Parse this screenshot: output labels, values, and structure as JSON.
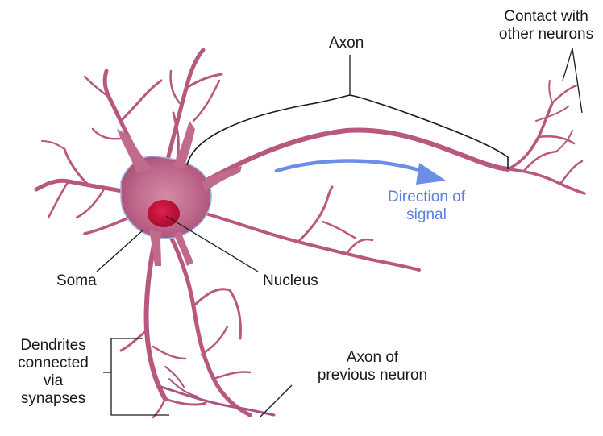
{
  "labels": {
    "axon": "Axon",
    "contact_line1": "Contact with",
    "contact_line2": "other neurons",
    "direction_line1": "Direction of",
    "direction_line2": "signal",
    "soma": "Soma",
    "nucleus": "Nucleus",
    "dendrites_line1": "Dendrites",
    "dendrites_line2": "connected",
    "dendrites_line3": "via",
    "dendrites_line4": "synapses",
    "prev_axon_line1": "Axon of",
    "prev_axon_line2": "previous neuron"
  },
  "colors": {
    "membrane": "#b8587e",
    "membrane_light": "#d9a3b8",
    "soma_fill": "#c9708f",
    "nucleus": "#c8103a",
    "highlight": "#9fb8e0",
    "arrow": "#6d8ee8",
    "label_line": "#1a1a1a"
  }
}
